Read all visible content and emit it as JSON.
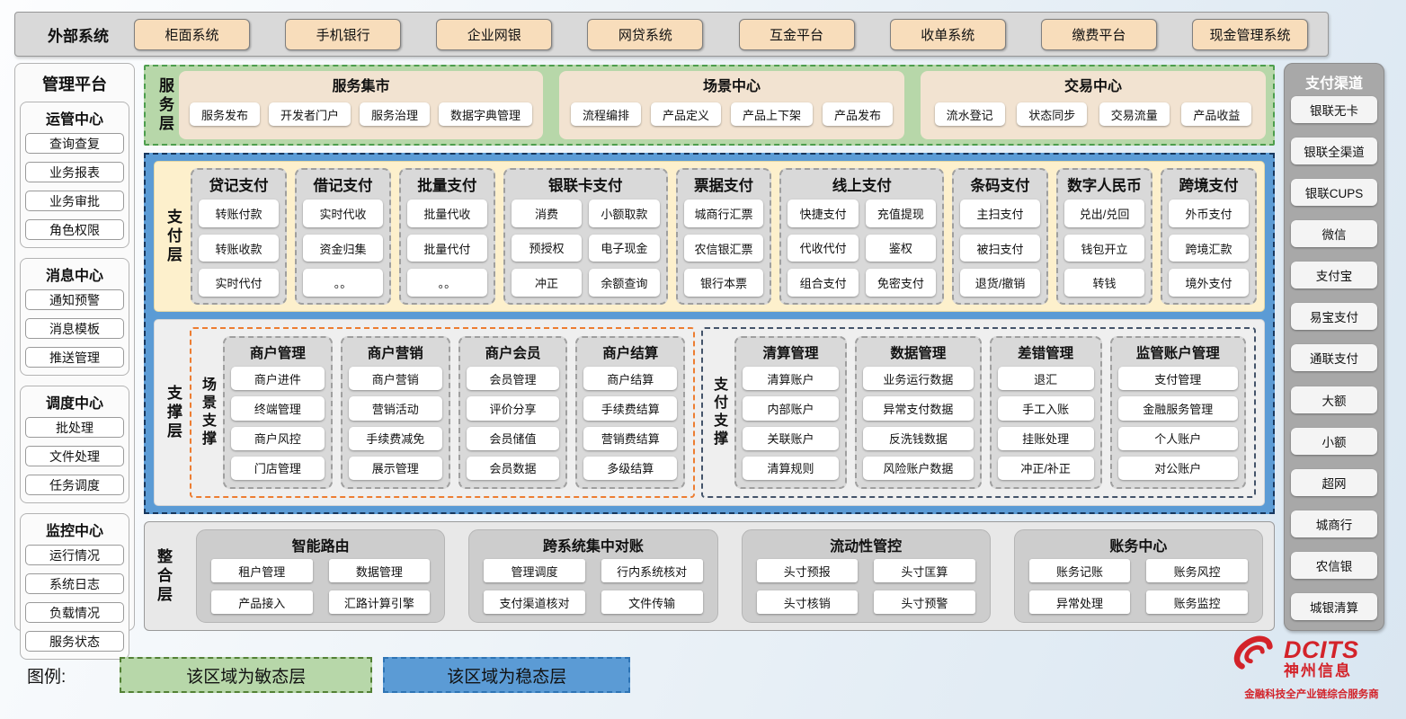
{
  "colors": {
    "agile_green": "#b7d7a9",
    "stable_blue": "#5b9bd5",
    "payment_cream": "#fdf0cc",
    "service_tan": "#f2e3d1",
    "external_beige": "#f8ddbb",
    "group_gray": "#d9d9d9",
    "channel_gray": "#a8a8a8",
    "scene_orange": "#ed7d31",
    "pay_navy": "#44546a",
    "dcits_red": "#d3232a"
  },
  "external": {
    "label": "外部系统",
    "systems": [
      "柜面系统",
      "手机银行",
      "企业网银",
      "网贷系统",
      "互金平台",
      "收单系统",
      "缴费平台",
      "现金管理系统"
    ]
  },
  "management": {
    "title": "管理平台",
    "groups": [
      {
        "title": "运管中心",
        "items": [
          "查询查复",
          "业务报表",
          "业务审批",
          "角色权限"
        ]
      },
      {
        "title": "消息中心",
        "items": [
          "通知预警",
          "消息模板",
          "推送管理"
        ]
      },
      {
        "title": "调度中心",
        "items": [
          "批处理",
          "文件处理",
          "任务调度"
        ]
      },
      {
        "title": "监控中心",
        "items": [
          "运行情况",
          "系统日志",
          "负载情况",
          "服务状态"
        ]
      }
    ]
  },
  "service_layer": {
    "label": "服务层",
    "centers": [
      {
        "title": "服务集市",
        "items": [
          "服务发布",
          "开发者门户",
          "服务治理",
          "数据字典管理"
        ]
      },
      {
        "title": "场景中心",
        "items": [
          "流程编排",
          "产品定义",
          "产品上下架",
          "产品发布"
        ]
      },
      {
        "title": "交易中心",
        "items": [
          "流水登记",
          "状态同步",
          "交易流量",
          "产品收益"
        ]
      }
    ]
  },
  "payment_layer": {
    "label": "支付层",
    "groups": [
      {
        "title": "贷记支付",
        "items": [
          "转账付款",
          "转账收款",
          "实时代付"
        ]
      },
      {
        "title": "借记支付",
        "items": [
          "实时代收",
          "资金归集",
          "。。"
        ]
      },
      {
        "title": "批量支付",
        "items": [
          "批量代收",
          "批量代付",
          "。。"
        ]
      },
      {
        "title": "银联卡支付",
        "items": [
          "消费",
          "小额取款",
          "预授权",
          "电子现金",
          "冲正",
          "余额查询"
        ]
      },
      {
        "title": "票据支付",
        "items": [
          "城商行汇票",
          "农信银汇票",
          "银行本票"
        ]
      },
      {
        "title": "线上支付",
        "items": [
          "快捷支付",
          "充值提现",
          "代收代付",
          "鉴权",
          "组合支付",
          "免密支付"
        ]
      },
      {
        "title": "条码支付",
        "items": [
          "主扫支付",
          "被扫支付",
          "退货/撤销"
        ]
      },
      {
        "title": "数字人民币",
        "items": [
          "兑出/兑回",
          "钱包开立",
          "转钱"
        ]
      },
      {
        "title": "跨境支付",
        "items": [
          "外币支付",
          "跨境汇款",
          "境外支付"
        ]
      }
    ]
  },
  "support_layer": {
    "label": "支撑层",
    "scene": {
      "label": "场景支撑",
      "groups": [
        {
          "title": "商户管理",
          "items": [
            "商户进件",
            "终端管理",
            "商户风控",
            "门店管理"
          ]
        },
        {
          "title": "商户营销",
          "items": [
            "商户营销",
            "营销活动",
            "手续费减免",
            "展示管理"
          ]
        },
        {
          "title": "商户会员",
          "items": [
            "会员管理",
            "评价分享",
            "会员储值",
            "会员数据"
          ]
        },
        {
          "title": "商户结算",
          "items": [
            "商户结算",
            "手续费结算",
            "营销费结算",
            "多级结算"
          ]
        }
      ]
    },
    "pay": {
      "label": "支付支撑",
      "groups": [
        {
          "title": "清算管理",
          "items": [
            "清算账户",
            "内部账户",
            "关联账户",
            "清算规则"
          ]
        },
        {
          "title": "数据管理",
          "items": [
            "业务运行数据",
            "异常支付数据",
            "反洗钱数据",
            "风险账户数据"
          ]
        },
        {
          "title": "差错管理",
          "items": [
            "退汇",
            "手工入账",
            "挂账处理",
            "冲正/补正"
          ]
        },
        {
          "title": "监管账户管理",
          "items": [
            "支付管理",
            "金融服务管理",
            "个人账户",
            "对公账户"
          ]
        }
      ]
    }
  },
  "integration_layer": {
    "label": "整合层",
    "groups": [
      {
        "title": "智能路由",
        "items": [
          "租户管理",
          "数据管理",
          "产品接入",
          "汇路计算引擎"
        ]
      },
      {
        "title": "跨系统集中对账",
        "items": [
          "管理调度",
          "行内系统核对",
          "支付渠道核对",
          "文件传输"
        ]
      },
      {
        "title": "流动性管控",
        "items": [
          "头寸预报",
          "头寸匡算",
          "头寸核销",
          "头寸预警"
        ]
      },
      {
        "title": "账务中心",
        "items": [
          "账务记账",
          "账务风控",
          "异常处理",
          "账务监控"
        ]
      }
    ]
  },
  "channels": {
    "title": "支付渠道",
    "items": [
      "银联无卡",
      "银联全渠道",
      "银联CUPS",
      "微信",
      "支付宝",
      "易宝支付",
      "通联支付",
      "大额",
      "小额",
      "超网",
      "城商行",
      "农信银",
      "城银清算"
    ]
  },
  "legend": {
    "label": "图例:",
    "agile": "该区域为敏态层",
    "stable": "该区域为稳态层"
  },
  "logo": {
    "name": "DCITS",
    "cn": "神州信息",
    "tagline": "金融科技全产业链综合服务商"
  }
}
